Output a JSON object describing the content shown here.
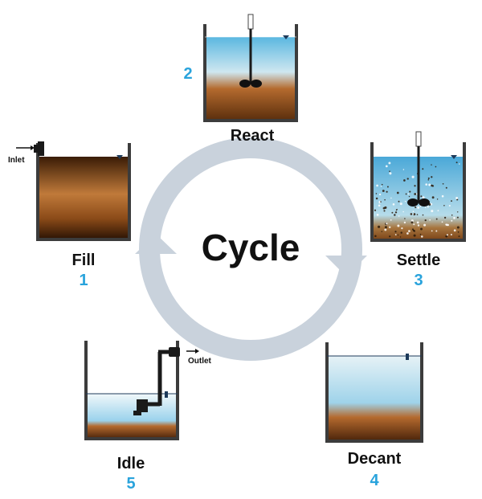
{
  "center_label": "Cycle",
  "stages": {
    "react": {
      "name": "React",
      "number": "2"
    },
    "settle": {
      "name": "Settle",
      "number": "3"
    },
    "decant": {
      "name": "Decant",
      "number": "4"
    },
    "idle": {
      "name": "Idle",
      "number": "5"
    },
    "fill": {
      "name": "Fill",
      "number": "1"
    }
  },
  "flows": {
    "inlet": "Inlet",
    "outlet": "Outlet"
  },
  "colors": {
    "ring": "#c9d2dc",
    "tank_wall": "#3c3c3c",
    "step_number": "#29a3dc",
    "water_blue": "#5cb8df",
    "sludge_brown": "#7a4216"
  }
}
